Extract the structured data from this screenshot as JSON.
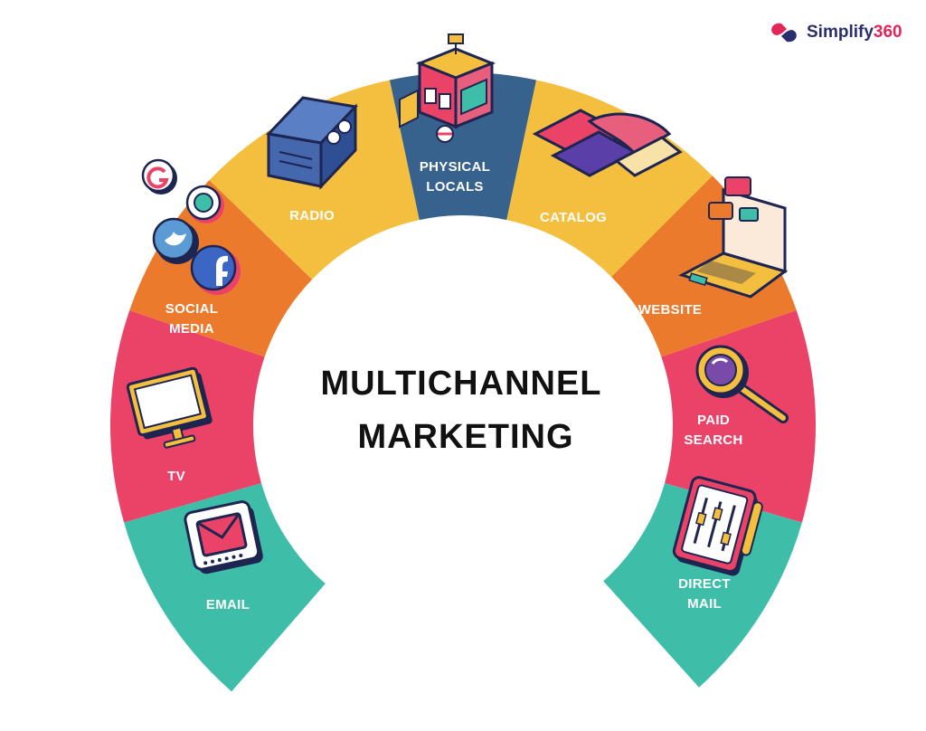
{
  "brand": {
    "name_part": "Simplify",
    "number_part": "360"
  },
  "center": {
    "line1": "MULTICHANNEL",
    "line2": "MARKETING"
  },
  "segments": [
    {
      "id": "email",
      "lines": [
        "EMAIL"
      ],
      "color": "#3ebda8",
      "icon": "envelope-icon"
    },
    {
      "id": "tv",
      "lines": [
        "TV"
      ],
      "color": "#ea4367",
      "icon": "monitor-icon"
    },
    {
      "id": "social-media",
      "lines": [
        "SOCIAL",
        "MEDIA"
      ],
      "color": "#ec7a2d",
      "icon": "social-apps-icon"
    },
    {
      "id": "radio",
      "lines": [
        "RADIO"
      ],
      "color": "#f4bf3f",
      "icon": "radio-icon"
    },
    {
      "id": "physical-locals",
      "lines": [
        "PHYSICAL",
        "LOCALS"
      ],
      "color": "#38628e",
      "icon": "storefront-icon"
    },
    {
      "id": "catalog",
      "lines": [
        "CATALOG"
      ],
      "color": "#f4bf3f",
      "icon": "catalog-icon"
    },
    {
      "id": "website",
      "lines": [
        "WEBSITE"
      ],
      "color": "#ec7a2d",
      "icon": "laptop-icon"
    },
    {
      "id": "paid-search",
      "lines": [
        "PAID",
        "SEARCH"
      ],
      "color": "#ea4367",
      "icon": "magnifier-icon"
    },
    {
      "id": "direct-mail",
      "lines": [
        "DIRECT",
        "MAIL"
      ],
      "color": "#3ebda8",
      "icon": "clipboard-icon"
    }
  ],
  "icon_colors": {
    "ink": "#1e2550",
    "pink": "#ea4367",
    "yellow": "#f4bf3f",
    "teal": "#3ebda8",
    "purple": "#5b3fa8",
    "white": "#ffffff"
  }
}
